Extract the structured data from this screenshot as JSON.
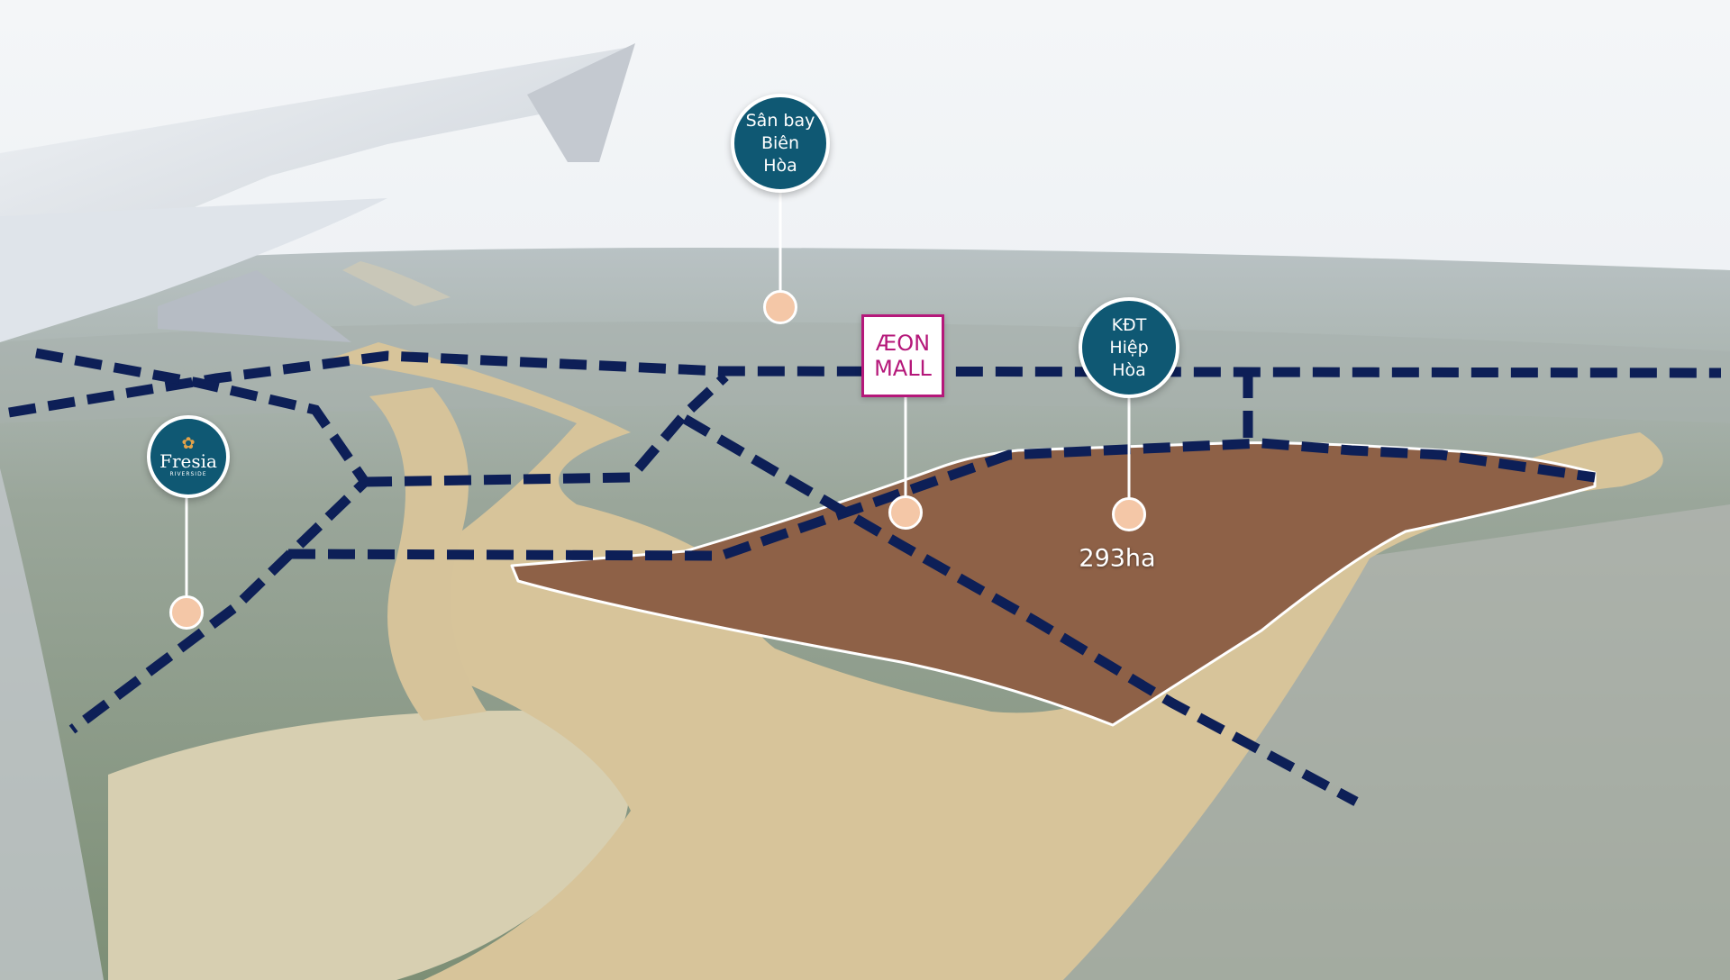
{
  "map": {
    "markers": {
      "airport": "Sân bay\nBiên\nHòa",
      "aeon_line1": "ÆON",
      "aeon_line2": "MALL",
      "hiep_hoa": "KĐT\nHiệp\nHòa",
      "fresia_word": "Fresia",
      "fresia_sub": "RIVERSIDE"
    },
    "project_area": "293ha",
    "colors": {
      "route_lines": "#0d1f57",
      "project_parcel": "#8e6147",
      "marker_circle": "#0f5873",
      "marker_dot": "#f4c7a7",
      "aeon_brand": "#b5187a",
      "river": "#d7c49a"
    }
  }
}
